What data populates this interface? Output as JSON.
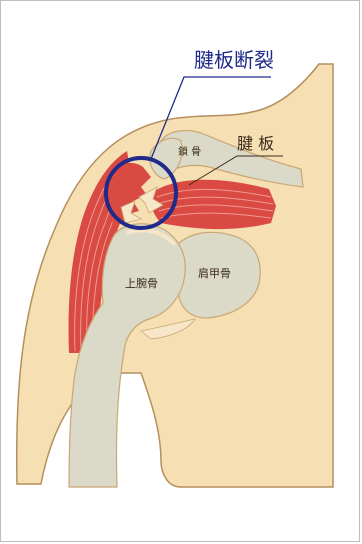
{
  "labels": {
    "tear": "腱板断裂",
    "rotator_cuff": "腱 板",
    "clavicle": "鎖 骨",
    "humerus": "上腕骨",
    "scapula": "肩甲骨"
  },
  "colors": {
    "skin": "#f6dfb3",
    "skin_outline": "#b58f5c",
    "bone": "#dbd9c8",
    "bone_outline": "#c9a773",
    "muscle": "#d94a42",
    "muscle_stripe": "#f09a92",
    "tendon": "#f7e7c8",
    "callout_circle": "#1f2a8a"
  }
}
